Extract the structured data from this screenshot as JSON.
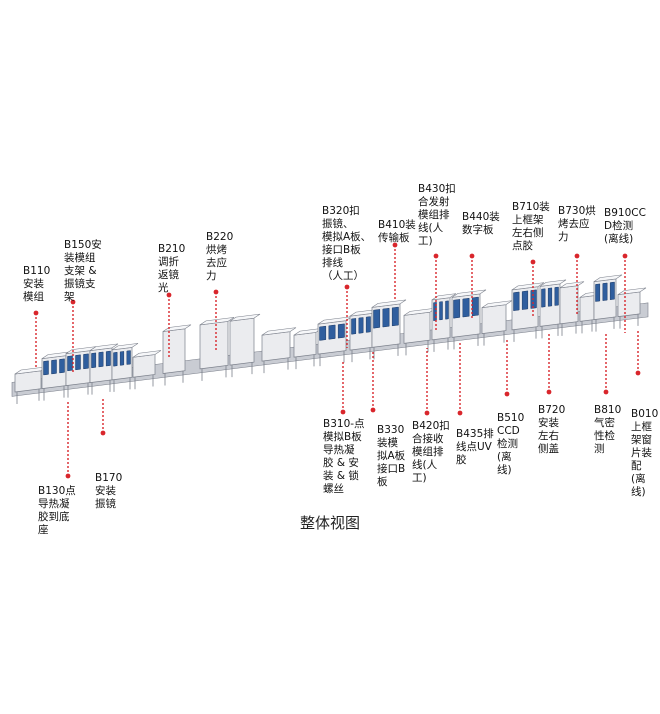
{
  "caption": "整体视图",
  "labels_top": {
    "b110": "B110\n安装\n模组",
    "b150": "B150安\n装模组\n支架 &\n振镜支\n架",
    "b210": "B210\n调折\n返镜\n光",
    "b220": "B220\n烘烤\n去应\n力",
    "b320": "B320扣\n振镜、\n模拟A板、\n接口B板\n排线\n（人工）",
    "b410": "B410装\n传输板",
    "b430": "B430扣\n合发射\n模组排\n线(人\n工)",
    "b440": "B440装\n数字板",
    "b710": "B710装\n上框架\n左右侧\n点胶",
    "b730": "B730烘\n烤去应\n力",
    "b910": "B910CC\nD检测\n(离线)"
  },
  "labels_bottom": {
    "b130": "B130点\n导热凝\n胶到底\n座",
    "b170": "B170\n安装\n振镜",
    "b310": "B310-点\n模拟B板\n导热凝\n胶 & 安\n装 & 锁\n螺丝",
    "b330": "B330\n装模\n拟A板\n接口B\n板",
    "b420": "B420扣\n合接收\n模组排\n线(人\n工)",
    "b435": "B435排\n线点UV\n胶",
    "b510": "B510\nCCD\n检测\n(离\n线)",
    "b720": "B720\n安装\n左右\n侧盖",
    "b810": "B810\n气密\n性检\n测",
    "b010": "B010\n上框\n架窗\n片装\n配\n(离\n线)"
  },
  "colors": {
    "leader": "#d9262c",
    "machine_body": "#ebecef",
    "machine_edge": "#7a7f8a",
    "panel_blue": "#2f5e9e",
    "rail": "#c9ccd3"
  }
}
